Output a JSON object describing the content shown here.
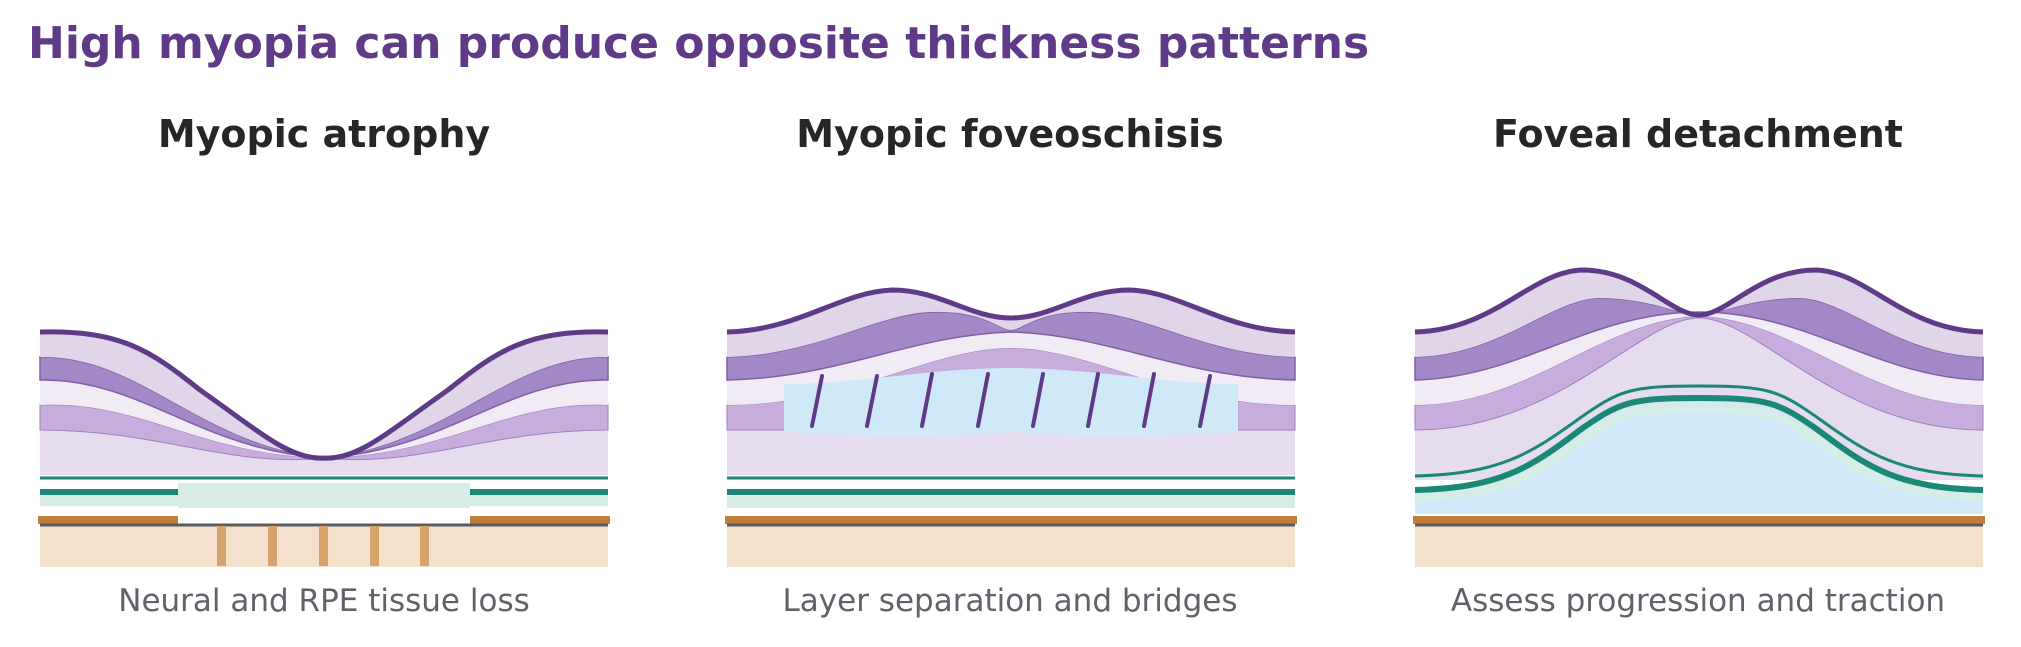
{
  "title": "High myopia can produce opposite thickness patterns",
  "panels": [
    {
      "title": "Myopic atrophy",
      "caption": "Neural and RPE tissue loss"
    },
    {
      "title": "Myopic foveoschisis",
      "caption": "Layer separation and bridges"
    },
    {
      "title": "Foveal detachment",
      "caption": "Assess progression and traction"
    }
  ],
  "colors": {
    "title": "#5e3a87",
    "ilm": "#5e3a87",
    "nerve_fiber": "#e1d5ea",
    "ganglion": "#a487c6",
    "outer_plexiform": "#c7acdd",
    "outer_nuclear": "#e5dcef",
    "ellipsoid_zone": "#1b8775",
    "interdigitation": "#d6ece6",
    "rpe": "#c27e3b",
    "choroid": "#f3e1cc",
    "choroid_vessels": "#d8a26c",
    "schisis_fluid": "#cfe9f8",
    "subretinal_fluid": "#cfe9f8",
    "bridges": "#5e3a87"
  }
}
